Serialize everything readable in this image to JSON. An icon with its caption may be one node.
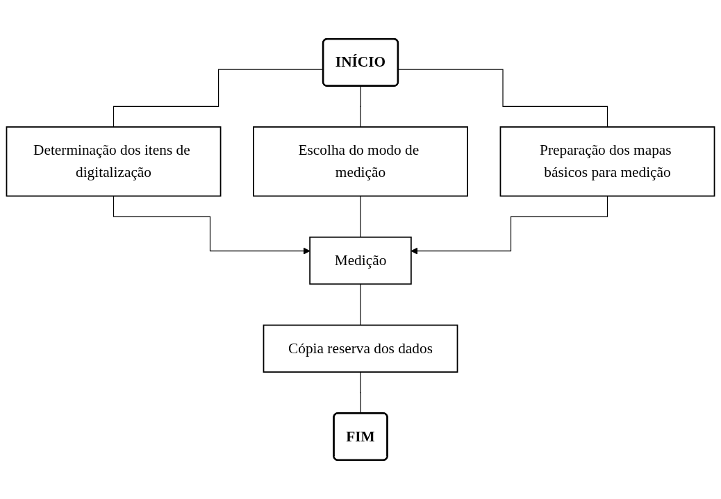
{
  "diagram": {
    "nodes": [
      {
        "text": [
          "INÍCIO"
        ]
      },
      {
        "text": [
          "Determinação dos itens de digitalização"
        ]
      },
      {
        "text": [
          "Escolha do modo de medição"
        ]
      },
      {
        "text": [
          "Preparação dos mapas básicos para medição"
        ]
      },
      {
        "text": [
          "Medição"
        ]
      },
      {
        "text": [
          "Cópia reserva dos dados"
        ]
      },
      {
        "text": [
          "FIM"
        ]
      }
    ],
    "edges": [
      {
        "from": 0,
        "to": 1,
        "arrow": "none"
      },
      {
        "from": 0,
        "to": 2,
        "arrow": "none"
      },
      {
        "from": 0,
        "to": 3,
        "arrow": "none"
      },
      {
        "from": 1,
        "to": 4,
        "arrow": "to"
      },
      {
        "from": 2,
        "to": 4,
        "arrow": "none"
      },
      {
        "from": 3,
        "to": 4,
        "arrow": "to"
      },
      {
        "from": 4,
        "to": 5,
        "arrow": "none"
      },
      {
        "from": 5,
        "to": 6,
        "arrow": "none"
      }
    ]
  }
}
